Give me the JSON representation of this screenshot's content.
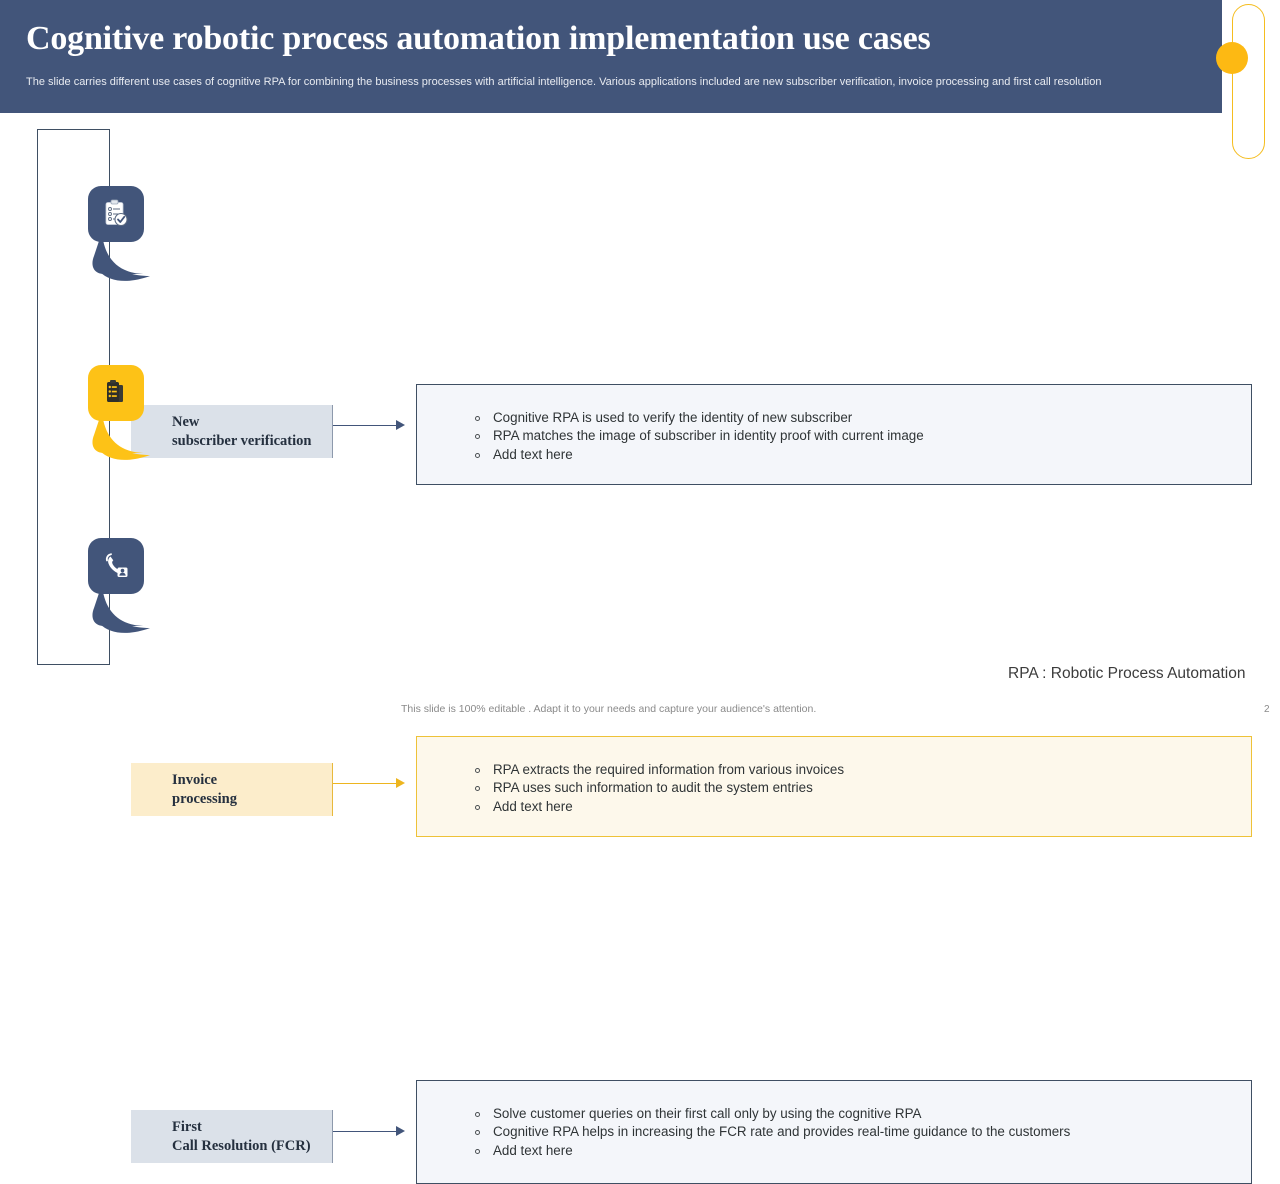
{
  "header": {
    "title": "Cognitive robotic process automation implementation use cases",
    "subtitle": "The slide carries different use cases of cognitive RPA for combining the business processes with artificial intelligence. Various applications included are new subscriber verification, invoice processing and first call resolution",
    "background_color": "#42557a"
  },
  "decoration": {
    "pill_color": "#f5bd1f",
    "dot_color": "#fdb913"
  },
  "theme": {
    "blue": "#42557a",
    "amber": "#fdc217",
    "blue_label_bg": "#dbe1e9",
    "amber_label_bg": "#fcedcb",
    "blue_box_bg": "#f4f6fa",
    "amber_box_bg": "#fdf8eb"
  },
  "rows": [
    {
      "icon": "clipboard-check-icon",
      "accent": "blue",
      "label_line1": "New",
      "label_line2": "subscriber verification",
      "bullets": [
        "Cognitive RPA is used to verify the identity of new subscriber",
        "RPA matches the image of subscriber in identity proof with current image",
        "Add text here"
      ]
    },
    {
      "icon": "invoice-clipboard-icon",
      "accent": "amber",
      "label_line1": "Invoice",
      "label_line2": "processing",
      "bullets": [
        "RPA extracts the required information from various invoices",
        "RPA uses such information to audit the system entries",
        "Add text here"
      ]
    },
    {
      "icon": "phone-call-person-icon",
      "accent": "blue",
      "label_line1": "First",
      "label_line2": "Call Resolution (FCR)",
      "bullets": [
        "Solve customer queries on their first call only by using the cognitive RPA",
        "Cognitive RPA helps in increasing the FCR rate and provides real-time guidance to the customers",
        "Add text here"
      ]
    }
  ],
  "footer": {
    "legend": "RPA : Robotic Process Automation",
    "note": "This slide is 100% editable . Adapt it to your needs and capture your audience's attention.",
    "page_number": "2"
  }
}
